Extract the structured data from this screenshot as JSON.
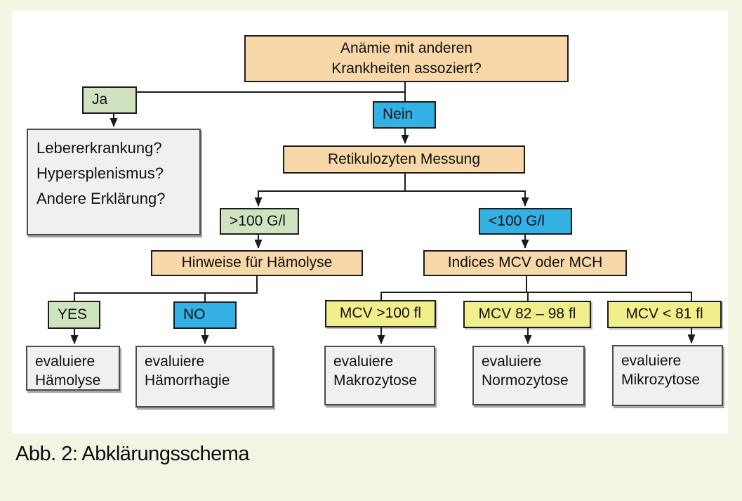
{
  "palette": {
    "background": "#f4f4e5",
    "panel": "#ffffff",
    "orange": "#f8d7a8",
    "green": "#cfe3c0",
    "blue": "#33b1e5",
    "yellow": "#f1ee8c",
    "gray_fill": "#f0f0ee",
    "border_dark": "#1c1c1c",
    "border_gray": "#4d4d4d",
    "line": "#1b1b1b",
    "text": "#111111"
  },
  "caption": "Abb. 2: Abklärungsschema",
  "nodes": {
    "root": "Anämie mit anderen\nKrankheiten assoziert?",
    "ja": "Ja",
    "nein": "Nein",
    "other_causes": "Lebererkrankung?\nHypersplenismus?\nAndere Erklärung?",
    "retic": "Retikulozyten Messung",
    "gt100": ">100 G/l",
    "lt100": "<100 G/l",
    "hemolysis_q": "Hinweise für Hämolyse",
    "indices": "Indices MCV oder MCH",
    "yes": "YES",
    "no": "NO",
    "mcv_high": "MCV >100 fl",
    "mcv_mid": "MCV 82 – 98 fl",
    "mcv_low": "MCV < 81 fl",
    "eval_hemolysis": "evaluiere\nHämolyse",
    "eval_hemorrhage": "evaluiere\nHämorrhagie",
    "eval_macro": "evaluiere\nMakrozytose",
    "eval_normo": "evaluiere\nNormozytose",
    "eval_micro": "evaluiere\nMikrozytose"
  },
  "edges": [
    [
      "root",
      "ja"
    ],
    [
      "root",
      "nein"
    ],
    [
      "ja",
      "other_causes"
    ],
    [
      "nein",
      "retic"
    ],
    [
      "retic",
      "gt100"
    ],
    [
      "retic",
      "lt100"
    ],
    [
      "gt100",
      "hemolysis_q"
    ],
    [
      "hemolysis_q",
      "yes"
    ],
    [
      "hemolysis_q",
      "no"
    ],
    [
      "yes",
      "eval_hemolysis"
    ],
    [
      "no",
      "eval_hemorrhage"
    ],
    [
      "lt100",
      "indices"
    ],
    [
      "indices",
      "mcv_high"
    ],
    [
      "indices",
      "mcv_mid"
    ],
    [
      "indices",
      "mcv_low"
    ],
    [
      "mcv_high",
      "eval_macro"
    ],
    [
      "mcv_mid",
      "eval_normo"
    ],
    [
      "mcv_low",
      "eval_micro"
    ]
  ]
}
